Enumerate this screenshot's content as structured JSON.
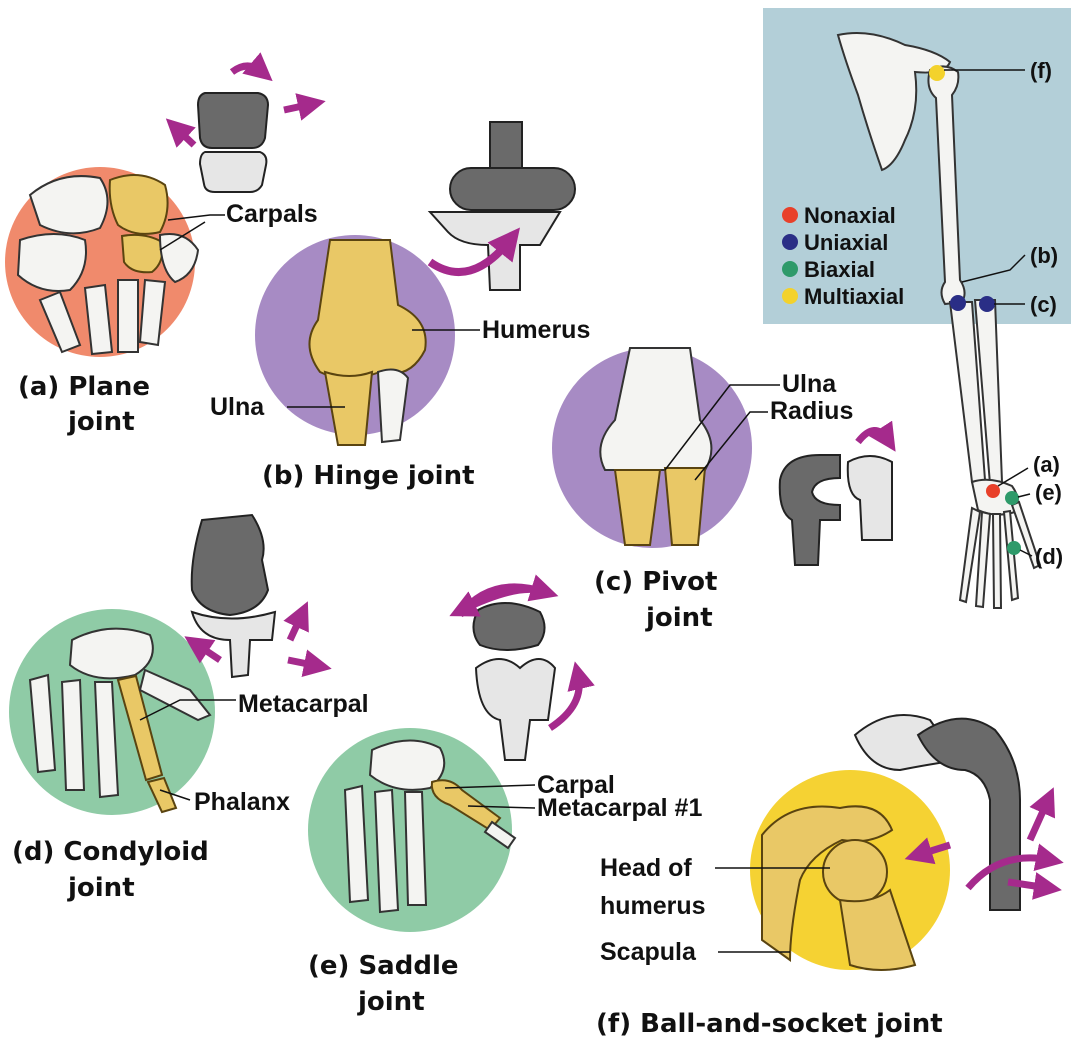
{
  "colors": {
    "plane_bg": "#f08a6c",
    "hinge_bg": "#a78bc4",
    "pivot_bg": "#a78bc4",
    "condyloid_bg": "#8fcba6",
    "saddle_bg": "#8fcba6",
    "ball_bg": "#f5d233",
    "legend_panel": "#b3cfd8",
    "arrow": "#a52a8c",
    "nonaxial": "#e8402a",
    "uniaxial": "#2a2e86",
    "biaxial": "#2e9a6a",
    "multiaxial": "#f3d22c"
  },
  "legend": {
    "nonaxial": "Nonaxial",
    "uniaxial": "Uniaxial",
    "biaxial": "Biaxial",
    "multiaxial": "Multiaxial"
  },
  "keys": {
    "a": "(a)",
    "b": "(b)",
    "c": "(c)",
    "d": "(d)",
    "e": "(e)",
    "f": "(f)"
  },
  "panels": {
    "plane": {
      "caption_1": "(a) Plane",
      "caption_2": "joint",
      "label_carpals": "Carpals"
    },
    "hinge": {
      "caption": "(b) Hinge joint",
      "label_humerus": "Humerus",
      "label_ulna": "Ulna"
    },
    "pivot": {
      "caption_1": "(c) Pivot",
      "caption_2": "joint",
      "label_ulna": "Ulna",
      "label_radius": "Radius"
    },
    "condyloid": {
      "caption_1": "(d) Condyloid",
      "caption_2": "joint",
      "label_metacarpal": "Metacarpal",
      "label_phalanx": "Phalanx"
    },
    "saddle": {
      "caption_1": "(e) Saddle",
      "caption_2": "joint",
      "label_carpal": "Carpal",
      "label_metacarpal1": "Metacarpal #1"
    },
    "ball": {
      "caption": "(f) Ball-and-socket joint",
      "label_head_1": "Head of",
      "label_head_2": "humerus",
      "label_scapula": "Scapula"
    }
  }
}
